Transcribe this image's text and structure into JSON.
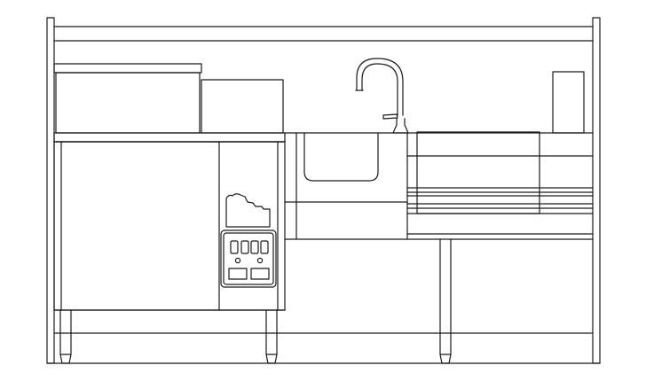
{
  "drawing": {
    "view": "front-elevation",
    "subject": "bar-counter-station",
    "line_color": "#1a1a1a",
    "background": "#ffffff",
    "components": [
      "frame",
      "top-shelf",
      "cabinet-unit",
      "cabinet-door",
      "countertop-appliance",
      "side-box",
      "control-module",
      "sink-bowl",
      "gooseneck-faucet",
      "drainboard-tray",
      "tall-canister",
      "undershelf",
      "legs"
    ],
    "control_panel": {
      "digit_displays": 4,
      "indicator_lights": 2,
      "push_buttons": 2
    }
  }
}
